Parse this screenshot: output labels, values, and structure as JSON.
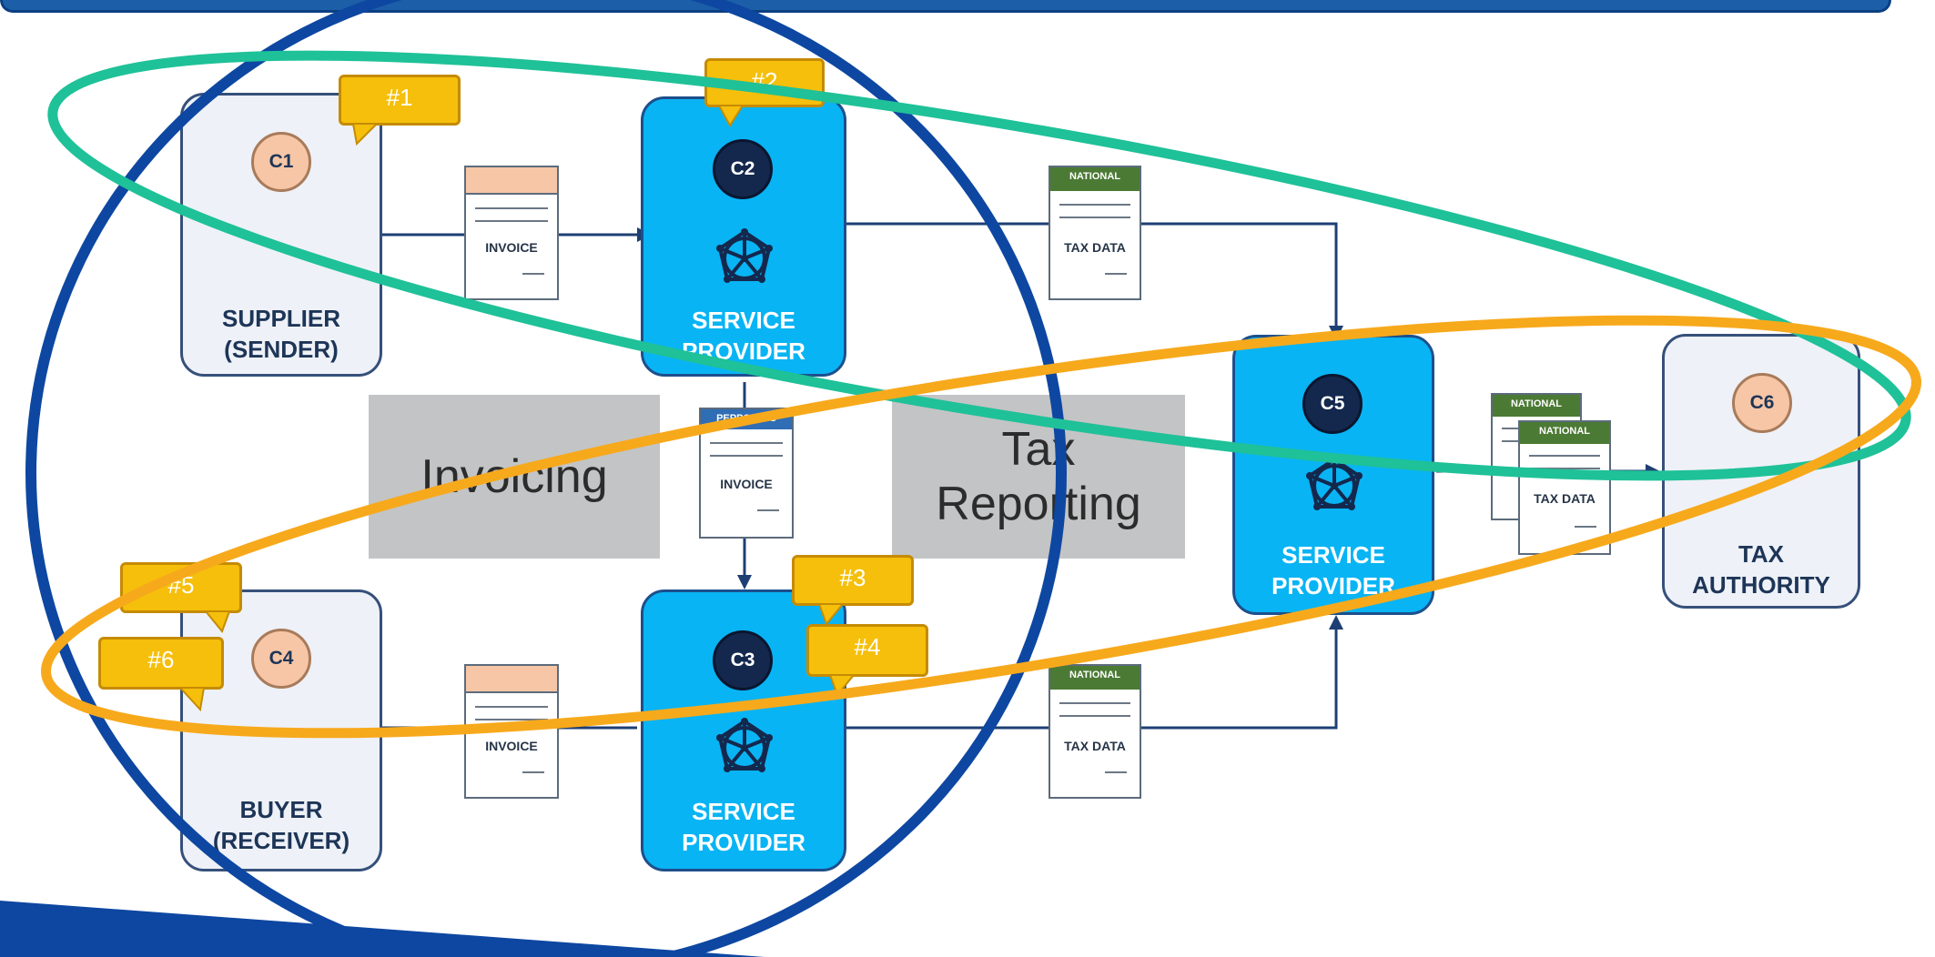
{
  "nodes": {
    "supplier": {
      "code": "C1",
      "label_line1": "SUPPLIER",
      "label_line2": "(SENDER)"
    },
    "sp_top": {
      "code": "C2",
      "label_line1": "SERVICE",
      "label_line2": "PROVIDER"
    },
    "sp_bottom": {
      "code": "C3",
      "label_line1": "SERVICE",
      "label_line2": "PROVIDER"
    },
    "buyer": {
      "code": "C4",
      "label_line1": "BUYER",
      "label_line2": "(RECEIVER)"
    },
    "sp_tax": {
      "code": "C5",
      "label_line1": "SERVICE",
      "label_line2": "PROVIDER"
    },
    "tax_authority": {
      "code": "C6",
      "label_line1": "TAX",
      "label_line2": "AUTHORITY"
    }
  },
  "documents": {
    "invoice_top": {
      "text": "INVOICE"
    },
    "invoice_mid": {
      "header": "PEPPOL BIS",
      "text": "INVOICE"
    },
    "invoice_bottom": {
      "text": "INVOICE"
    },
    "taxdata_top": {
      "header": "NATIONAL",
      "text": "TAX DATA"
    },
    "taxdata_bottom": {
      "header": "NATIONAL",
      "text": "TAX DATA"
    },
    "taxdata_right_back": {
      "header": "NATIONAL",
      "text": "TAX DATA"
    },
    "taxdata_right_front": {
      "header": "NATIONAL",
      "text": "TAX DATA"
    }
  },
  "sections": {
    "invoicing": "Invoicing",
    "tax_reporting_line1": "Tax",
    "tax_reporting_line2": "Reporting"
  },
  "callouts": {
    "c1": "#1",
    "c2": "#2",
    "c3": "#3",
    "c4": "#4",
    "c5": "#5",
    "c6": "#6"
  },
  "colors": {
    "service_provider": "#08b4f4",
    "callout": "#f5bf0b",
    "ellipse_green": "#1fc198",
    "ellipse_orange": "#f7a91c",
    "circle_navy": "#0d47a1",
    "national_header": "#4b7a34",
    "peppol_header": "#2f6db5"
  }
}
